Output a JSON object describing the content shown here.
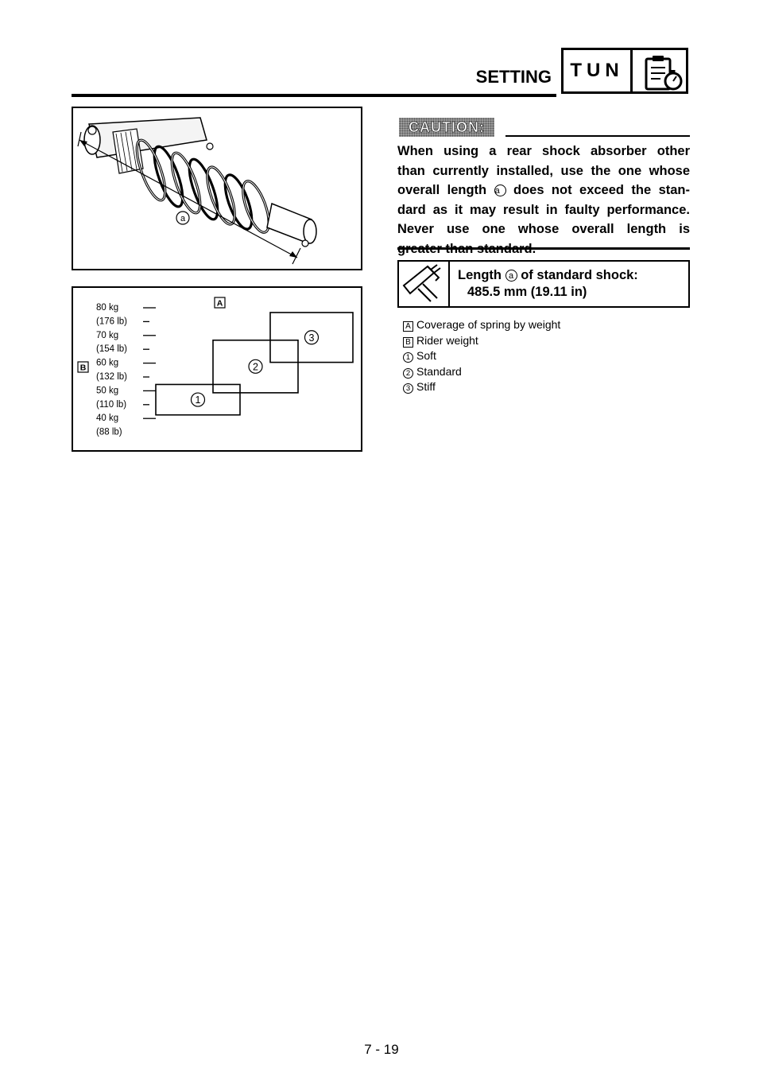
{
  "header": {
    "section_title": "SETTING",
    "tab_code": "TUN",
    "tab_icon": "clipboard-stopwatch-icon"
  },
  "figures": {
    "shock_diagram": {
      "description_icon": "rear-shock-absorber-illustration",
      "callout": "a"
    },
    "spring_chart": {
      "corner_label": "A",
      "axis_label": "B",
      "weight_ticks": [
        "80 kg",
        "(176 lb)",
        "70 kg",
        "(154 lb)",
        "60 kg",
        "(132 lb)",
        "50 kg",
        "(110 lb)",
        "40 kg",
        "(88 lb)"
      ],
      "ranges": [
        {
          "label": "1",
          "name": "Soft"
        },
        {
          "label": "2",
          "name": "Standard"
        },
        {
          "label": "3",
          "name": "Stiff"
        }
      ]
    }
  },
  "chart_data": {
    "type": "range",
    "title": "",
    "axis_label": "B",
    "y_ticks": [
      "80 kg",
      "(176 lb)",
      "70 kg",
      "(154 lb)",
      "60 kg",
      "(132 lb)",
      "50 kg",
      "(110 lb)",
      "40 kg",
      "(88 lb)"
    ],
    "ylim_kg": [
      40,
      80
    ],
    "series": [
      {
        "name": "1",
        "range_kg": [
          41,
          52
        ]
      },
      {
        "name": "2",
        "range_kg": [
          49,
          68
        ]
      },
      {
        "name": "3",
        "range_kg": [
          60,
          78
        ]
      }
    ]
  },
  "caution": {
    "label": "CAUTION:",
    "lines": [
      "When using a rear shock absorber other",
      "than currently installed, use the one whose",
      "overall length",
      "does not exceed the stan-",
      "dard as it may result in faulty performance.",
      "Never use one whose overall length is",
      "greater than standard."
    ],
    "callout": "a"
  },
  "spec": {
    "label_prefix": "Length",
    "callout": "a",
    "label_suffix": "of standard shock:",
    "value": "485.5 mm (19.11 in)",
    "icon": "caliper-icon"
  },
  "legend": [
    {
      "key": "A",
      "shape": "square",
      "text": "Coverage of spring by weight"
    },
    {
      "key": "B",
      "shape": "square",
      "text": "Rider weight"
    },
    {
      "key": "1",
      "shape": "circle",
      "text": "Soft"
    },
    {
      "key": "2",
      "shape": "circle",
      "text": "Standard"
    },
    {
      "key": "3",
      "shape": "circle",
      "text": "Stiff"
    }
  ],
  "footer": {
    "page_number": "7 - 19"
  }
}
